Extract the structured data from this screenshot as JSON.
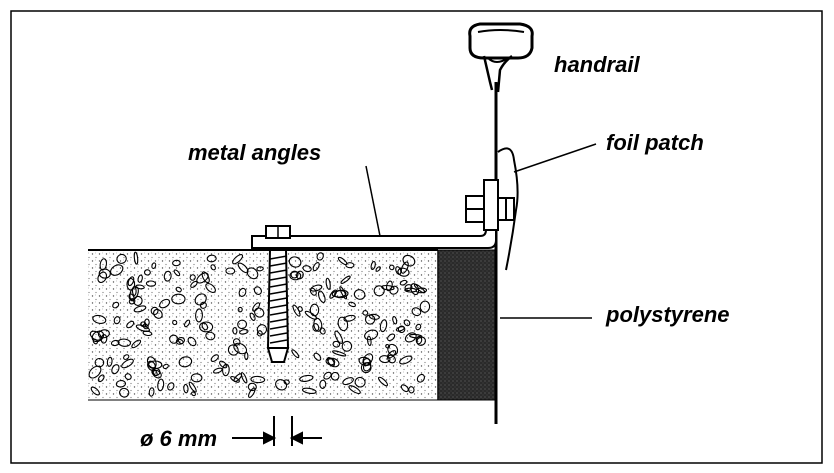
{
  "labels": {
    "handrail": "handrail",
    "foil_patch": "foil patch",
    "metal_angles": "metal angles",
    "polystyrene": "polystyrene",
    "diameter": "ø 6 mm"
  },
  "colors": {
    "ink": "#000000",
    "paper": "#ffffff",
    "concrete_pebble": "#9a9a9a",
    "insulation": "#2a2a2a"
  }
}
